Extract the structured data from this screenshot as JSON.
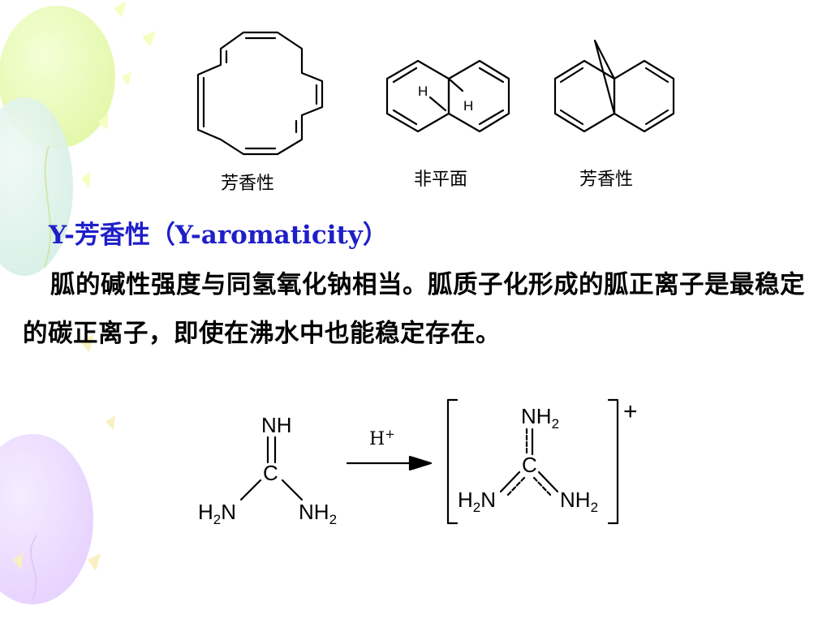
{
  "molecules": [
    {
      "label": "芳香性"
    },
    {
      "label": "非平面",
      "h_label_1": "H",
      "h_label_2": "H"
    },
    {
      "label": "芳香性"
    }
  ],
  "heading": "Y-芳香性（Y-aromaticity）",
  "paragraph": "胍的碱性强度与同氢氧化钠相当。胍质子化形成的胍正离子是最稳定的碳正离子，即使在沸水中也能稳定存在。",
  "reaction": {
    "reactant": {
      "top": "NH",
      "center": "C",
      "left": "H",
      "left_n": "N",
      "right": "NH",
      "sub": "2"
    },
    "arrow_label": "H",
    "arrow_sup": "+",
    "product": {
      "top": "NH",
      "center": "C",
      "left": "H",
      "left_n": "N",
      "right": "NH",
      "sub": "2",
      "charge": "+"
    }
  },
  "colors": {
    "heading": "#1f1fc8",
    "text": "#000000"
  }
}
